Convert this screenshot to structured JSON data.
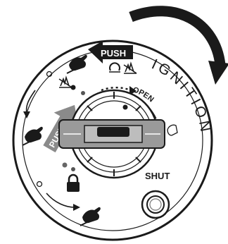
{
  "labels": {
    "push_top": "PUSH",
    "push_left": "PUSH",
    "ignition": "IGNITION",
    "open": "OPEN",
    "shut": "SHUT"
  },
  "colors": {
    "ink": "#1a1a1a",
    "panel": "#ffffff",
    "arrow_gray": "#8a8a8a",
    "knob_gray": "#9a9a9a"
  },
  "icons": [
    "rotate-clockwise-arrow",
    "push-arrow",
    "hand-pinch-icon",
    "burner-on-icon",
    "burner-off-icon",
    "lock-icon",
    "turn-arrow",
    "shut-button"
  ]
}
